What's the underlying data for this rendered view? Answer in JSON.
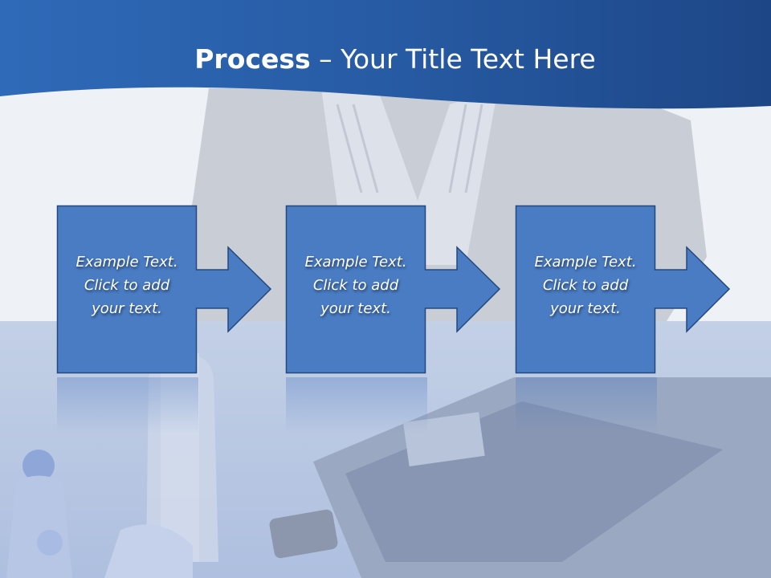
{
  "slide": {
    "title_bold": "Process",
    "title_rest": " – Your Title Text Here"
  },
  "steps": [
    {
      "text": "Example Text.\nClick  to add\nyour text."
    },
    {
      "text": "Example Text.\nClick  to add\nyour text."
    },
    {
      "text": "Example Text.\nClick  to add\nyour text."
    }
  ],
  "colors": {
    "header_blue": "#2a62ae",
    "step_fill": "#4a7cc4",
    "step_border": "#23487e",
    "background": "#e4e9f2"
  }
}
